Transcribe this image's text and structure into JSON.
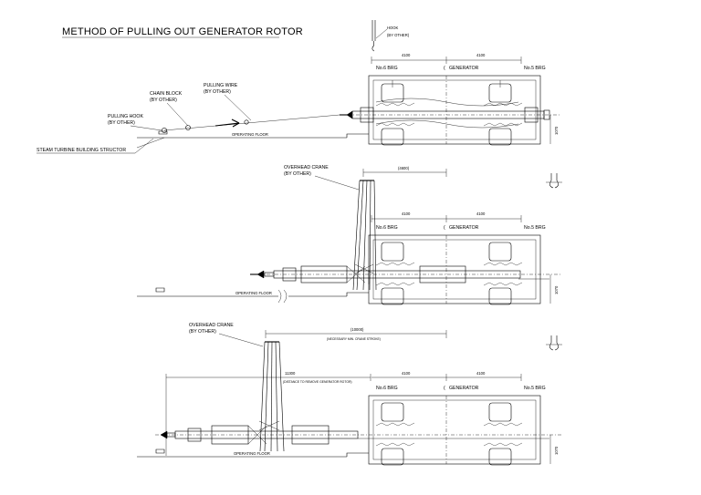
{
  "title": "METHOD OF PULLING OUT GENERATOR ROTOR",
  "hook_label": "HOOK",
  "hook_by": "(BY OTHER)",
  "dim_4100": "4100",
  "bearing_left": "No.6 BRG",
  "bearing_right": "No.5 BRG",
  "generator": "GENERATOR",
  "dim_1070": "1070",
  "operating_floor": "OPERATING FLOOR",
  "panel1": {
    "chain_block": "CHAIN BLOCK",
    "chain_block_by": "(BY OTHER)",
    "pulling_wire": "PULLING WIRE",
    "pulling_wire_by": "(BY OTHER)",
    "pulling_hook": "PULLING HOOK",
    "pulling_hook_by": "(BY OTHER)",
    "building_structure": "STEAM TURBINE BUILDING STRUCTOR"
  },
  "panel2": {
    "crane": "OVERHEAD CRANE",
    "crane_by": "(BY OTHER)",
    "dim_4600": "(4600)"
  },
  "panel3": {
    "crane": "OVERHEAD CRANE",
    "crane_by": "(BY OTHER)",
    "dim_10000": "(10000)",
    "dim_10000_note": "(NECESSARY MIN. CRANE STROKE)",
    "dim_11300": "11300",
    "dim_11300_note": "(DISTANCE TO REMOVE GENERATOR ROTOR)"
  }
}
